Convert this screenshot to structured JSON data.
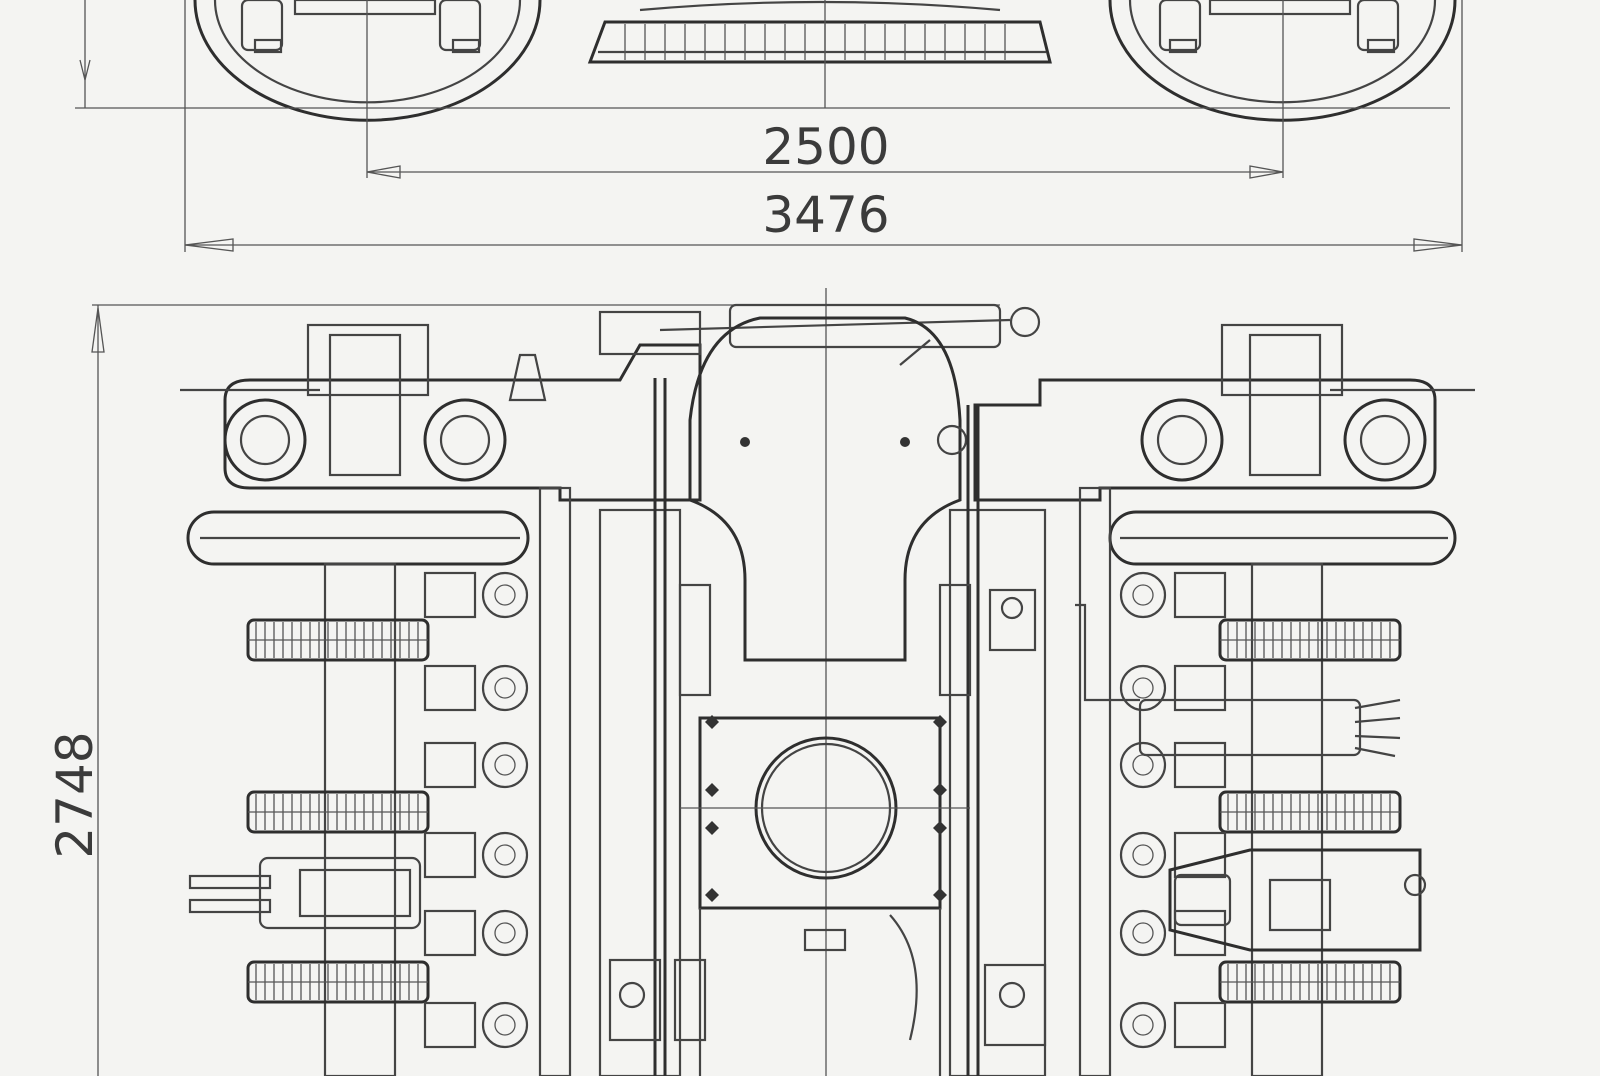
{
  "dimensions": {
    "wheelbase": "2500",
    "overall_length": "3476",
    "overall_width": "2748"
  },
  "colors": {
    "background": "#f4f4f2",
    "line": "#444444",
    "text": "#3b3b3b"
  }
}
